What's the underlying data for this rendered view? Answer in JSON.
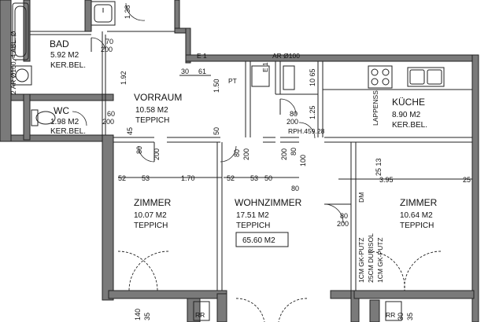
{
  "rooms": {
    "bad": {
      "name": "BAD",
      "area": "5.92 M2",
      "floor": "KER.BEL."
    },
    "wc": {
      "name": "WC",
      "area": "1.98 M2",
      "floor": "KER.BEL."
    },
    "vorraum": {
      "name": "VORRAUM",
      "area": "10.58 M2",
      "floor": "TEPPICH"
    },
    "kueche": {
      "name": "KÜCHE",
      "area": "8.90 M2",
      "floor": "KER.BEL."
    },
    "zimmer_left": {
      "name": "ZIMMER",
      "area": "10.07 M2",
      "floor": "TEPPICH"
    },
    "wohnzimmer": {
      "name": "WOHNZIMMER",
      "area": "17.51 M2",
      "floor": "TEPPICH"
    },
    "zimmer_right": {
      "name": "ZIMMER",
      "area": "10.64 M2",
      "floor": "TEPPICH"
    }
  },
  "total_area": "65.60 M2",
  "annotations": {
    "ar_top": "AR Ø100",
    "ar_left": "2 AR Ø100, 4 ABL. Ø",
    "e1_a": "E 1",
    "e1_b": "E 1",
    "pt": "PT",
    "lappenss": "LAPPENSS.",
    "rph": "RPH.459.28",
    "dm": "DM",
    "gk_putz": [
      "1CM GK-PUTZ",
      "25CM DURISOL",
      "1CM GK-PUTZ"
    ],
    "rr_left": "RR",
    "rr_right": "RR"
  },
  "dimensions": {
    "d1_38": "1.38",
    "d70": "70",
    "d200a": "200",
    "d1_92": "1.92",
    "d30": "30",
    "d61": "61",
    "d1_50": "1.50",
    "d10_65": "10 65",
    "d60": "60",
    "d200b": "200",
    "d45": "45",
    "d80a": "80",
    "d200c": "200",
    "d1_25": "1.25",
    "d50": "50",
    "d80b": "80",
    "d200d": "200",
    "d100": "100",
    "d80c": "80",
    "d200e": "200",
    "d80d": "80",
    "d200f": "200",
    "d25_13": "25 13",
    "d52a": "52",
    "d53a": "53",
    "d1_70": "1.70",
    "d52b": "52",
    "d53b": "53",
    "d50b": "50",
    "d80e": "80",
    "d3_95": "3.95",
    "d25": "25",
    "d80f": "80",
    "d200g": "200",
    "d140": "140",
    "d35a": "35",
    "d30b": "30",
    "d35b": "35"
  }
}
